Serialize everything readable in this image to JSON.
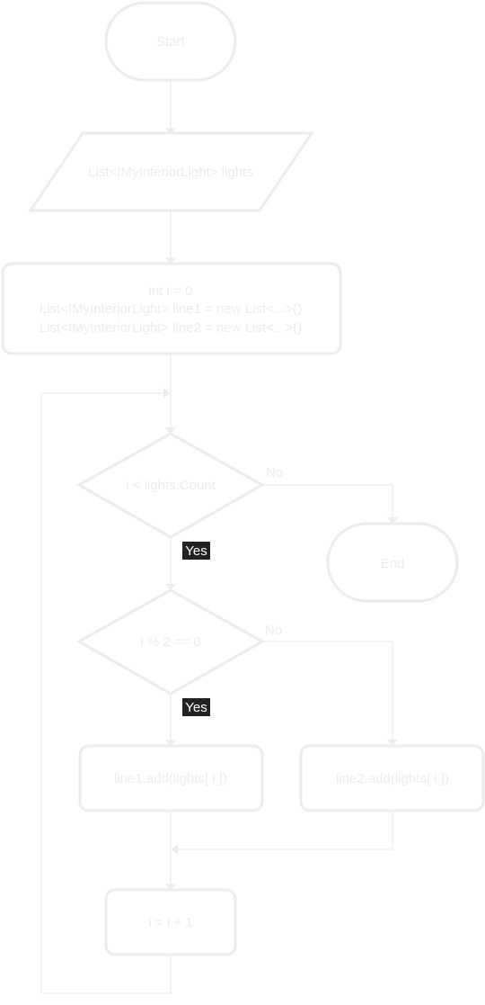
{
  "nodes": {
    "start": "Start",
    "input": "List<IMyInteriorLight> lights",
    "init_line1": "int i = 0",
    "init_line2": "List<IMyInteriorLight> line1 = new List<...>()",
    "init_line3": "List<IMyInteriorLight> line2 = new List<...>()",
    "loop_condition": "i < lights.Count",
    "end": "End",
    "parity_condition": "i % 2 == 0",
    "add_line1": "line1.add(lights[ i ])",
    "add_line2": "line2.add(lights[ i ])",
    "increment": "i = i + 1"
  },
  "edge_labels": {
    "loop_no": "No",
    "loop_yes": "Yes",
    "parity_no": "No",
    "parity_yes": "Yes"
  },
  "colors": {
    "stroke": "#ececec",
    "text": "#ececec",
    "yes_background": "#222222",
    "yes_text": "#ffffff"
  }
}
